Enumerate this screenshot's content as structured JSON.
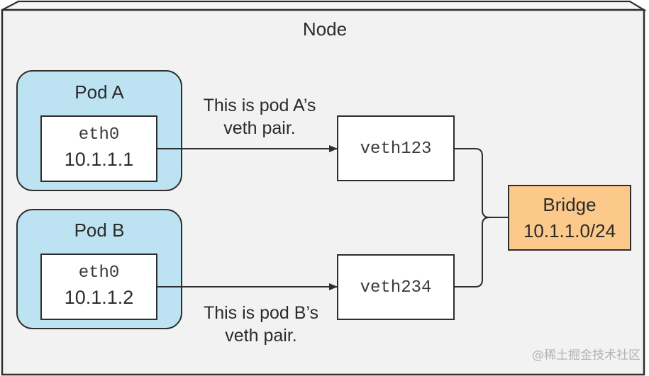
{
  "node": {
    "title": "Node"
  },
  "pods": [
    {
      "title": "Pod A",
      "interface": "eth0",
      "ip": "10.1.1.1"
    },
    {
      "title": "Pod B",
      "interface": "eth0",
      "ip": "10.1.1.2"
    }
  ],
  "veths": [
    {
      "name": "veth123",
      "caption_line1": "This is pod A’s",
      "caption_line2": "veth pair."
    },
    {
      "name": "veth234",
      "caption_line1": "This is pod B’s",
      "caption_line2": "veth pair."
    }
  ],
  "bridge": {
    "title": "Bridge",
    "cidr": "10.1.1.0/24"
  },
  "watermark": "@稀土掘金技术社区",
  "colors": {
    "node_fill": "#f2f2f2",
    "node_top": "#f6f6f6",
    "pod_fill": "#bde3f2",
    "box_fill": "#ffffff",
    "bridge_fill": "#fbc98a",
    "stroke": "#2e2e2e"
  }
}
